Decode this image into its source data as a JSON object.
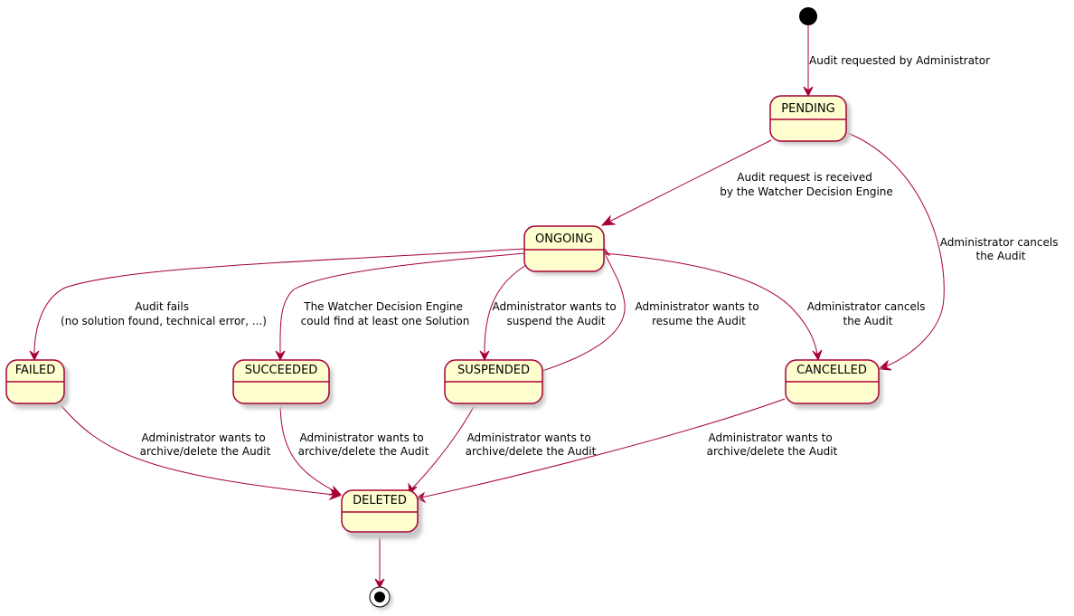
{
  "colors": {
    "state_fill": "#FEFECE",
    "state_border": "#A80036",
    "arrow": "#A80036",
    "start_node": "#000000"
  },
  "states": {
    "pending": "PENDING",
    "ongoing": "ONGOING",
    "failed": "FAILED",
    "succeeded": "SUCCEEDED",
    "suspended": "SUSPENDED",
    "cancelled": "CANCELLED",
    "deleted": "DELETED"
  },
  "transitions": {
    "start_to_pending": [
      "Audit requested by Administrator"
    ],
    "pending_to_ongoing": [
      "Audit request is received",
      "by the Watcher Decision Engine"
    ],
    "pending_to_cancelled": [
      "Administrator cancels",
      "the Audit"
    ],
    "ongoing_to_failed": [
      "Audit fails",
      "(no solution found, technical error, ...)"
    ],
    "ongoing_to_succeeded": [
      "The Watcher Decision Engine",
      "could find at least one Solution"
    ],
    "ongoing_to_suspended": [
      "Administrator wants to",
      "suspend the Audit"
    ],
    "suspended_to_ongoing": [
      "Administrator wants to",
      "resume the Audit"
    ],
    "ongoing_to_cancelled": [
      "Administrator cancels",
      "the Audit"
    ],
    "failed_to_deleted": [
      "Administrator wants to",
      "archive/delete the Audit"
    ],
    "succeeded_to_deleted": [
      "Administrator wants to",
      "archive/delete the Audit"
    ],
    "suspended_to_deleted": [
      "Administrator wants to",
      "archive/delete the Audit"
    ],
    "cancelled_to_deleted": [
      "Administrator wants to",
      "archive/delete the Audit"
    ]
  }
}
